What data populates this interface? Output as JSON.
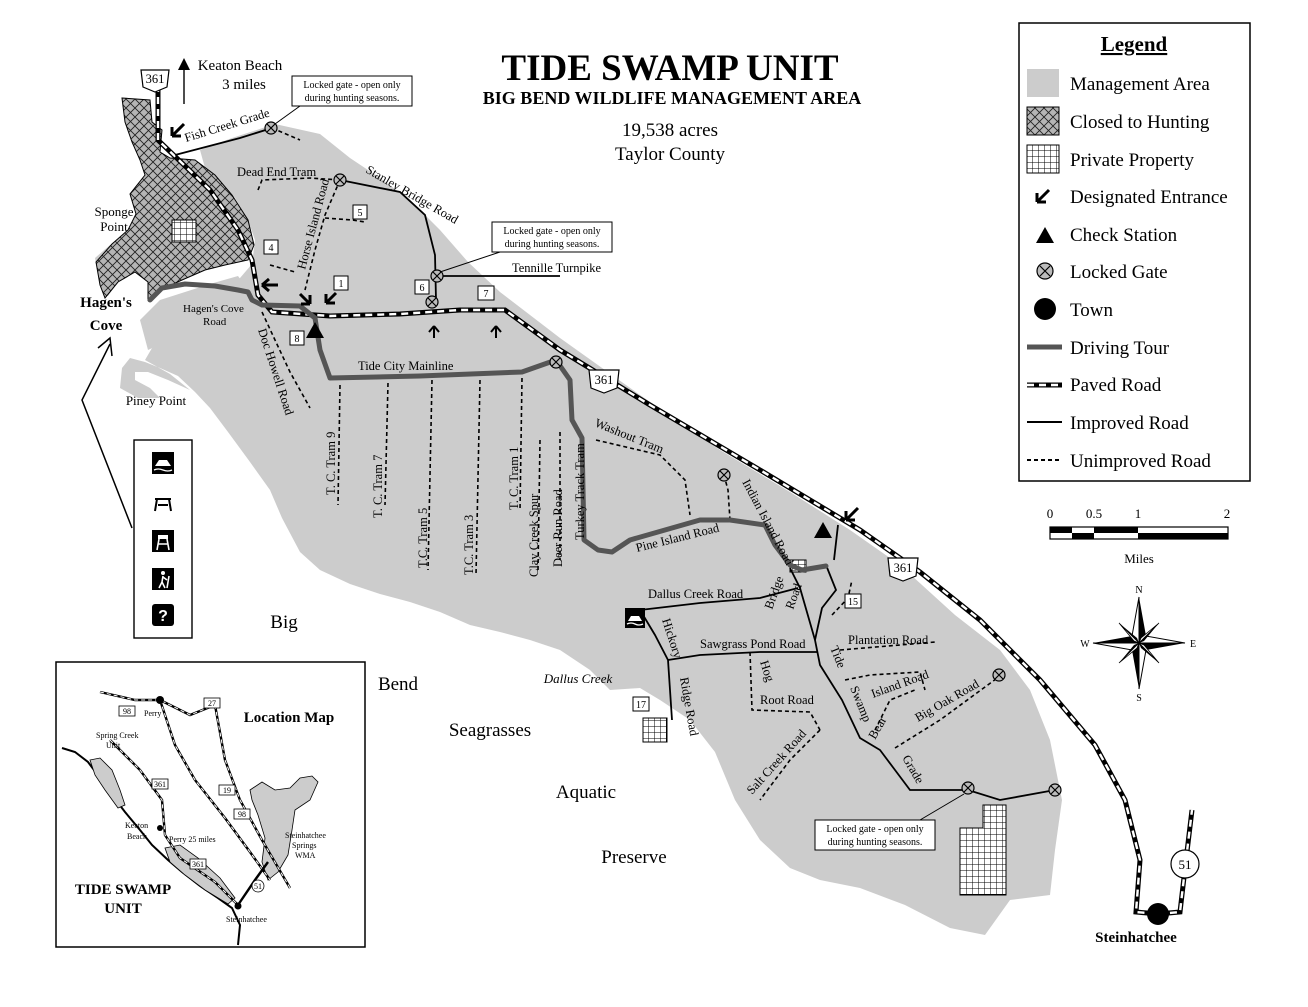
{
  "title": "TIDE SWAMP UNIT",
  "subtitle": "BIG BEND WILDLIFE MANAGEMENT AREA",
  "acres": "19,538 acres",
  "county": "Taylor County",
  "colors": {
    "management_area": "#cccccc",
    "water": "#ffffff",
    "ink": "#000000",
    "tour": "#555555"
  },
  "legend": {
    "title": "Legend",
    "items": [
      {
        "label": "Management Area",
        "icon": "gray-square-icon"
      },
      {
        "label": "Closed to Hunting",
        "icon": "crosshatch-square-icon"
      },
      {
        "label": "Private Property",
        "icon": "grid-square-icon"
      },
      {
        "label": "Designated Entrance",
        "icon": "entrance-arrow-icon"
      },
      {
        "label": "Check Station",
        "icon": "triangle-icon"
      },
      {
        "label": "Locked Gate",
        "icon": "gate-x-circle-icon"
      },
      {
        "label": "Town",
        "icon": "filled-circle-icon"
      },
      {
        "label": "Driving Tour",
        "icon": "thick-gray-line-icon"
      },
      {
        "label": "Paved Road",
        "icon": "paved-road-line-icon"
      },
      {
        "label": "Improved Road",
        "icon": "solid-line-icon"
      },
      {
        "label": "Unimproved Road",
        "icon": "dashed-line-icon"
      }
    ]
  },
  "scale": {
    "ticks": [
      "0",
      "0.5",
      "1",
      "2"
    ],
    "unit": "Miles"
  },
  "compass": {
    "n": "N",
    "s": "S",
    "e": "E",
    "w": "W"
  },
  "places": {
    "keaton_beach": "Keaton Beach",
    "keaton_miles": "3 miles",
    "sponge": "Sponge",
    "point": "Point",
    "hagens": "Hagen's",
    "cove": "Cove",
    "piney_point": "Piney Point",
    "steinhatchee": "Steinhatchee",
    "dallus_creek": "Dallus Creek"
  },
  "water_labels": [
    "Big",
    "Bend",
    "Seagrasses",
    "Aquatic",
    "Preserve"
  ],
  "gate_note": {
    "line1": "Locked gate - open only",
    "line2": "during hunting seasons."
  },
  "shields": {
    "sr361": "361",
    "sr51": "51"
  },
  "roads": {
    "fish_creek": "Fish Creek Grade",
    "dead_end": "Dead End Tram",
    "stanley": "Stanley Bridge Road",
    "horse_island": "Horse Island Road",
    "tennille": "Tennille Turnpike",
    "hagens_cove_road_1": "Hagen's Cove",
    "hagens_cove_road_2": "Road",
    "doc_howell": "Doc Howell Road",
    "tide_city": "Tide City Mainline",
    "tc9": "T. C. Tram 9",
    "tc7": "T. C. Tram 7",
    "tc5": "T.C. Tram 5",
    "tc3": "T.C. Tram 3",
    "tc1": "T. C. Tram 1",
    "clay_creek": "Clay Creek Spur",
    "deer_run": "Deer Run Road",
    "turkey_track": "Turkey Track Tram",
    "washout": "Washout Tram",
    "pine_island": "Pine Island Road",
    "indian_island": "Indian Island Road",
    "bridge": "Bridge",
    "bridge_road": "Road",
    "dallus_creek_road": "Dallus Creek Road",
    "hickory": "Hickory",
    "ridge_road": "Ridge Road",
    "sawgrass": "Sawgrass Pond Road",
    "hog": "Hog",
    "root": "Root Road",
    "plantation": "Plantation Road",
    "tide": "Tide",
    "swamp": "Swamp",
    "grade": "Grade",
    "bear": "Bear",
    "island_road": "Island Road",
    "big_oak": "Big Oak Road",
    "salt_creek": "Salt Creek Road"
  },
  "markers": [
    "1",
    "4",
    "5",
    "6",
    "7",
    "8",
    "15",
    "17"
  ],
  "activity_icons": [
    "boat-ramp-icon",
    "picnic-shelter-icon",
    "observation-tower-icon",
    "hiking-icon",
    "information-icon"
  ],
  "inset": {
    "title": "Location Map",
    "unit_1": "TIDE SWAMP",
    "unit_2": "UNIT",
    "perry": "Perry",
    "spring_creek_1": "Spring Creek",
    "spring_creek_2": "Unit",
    "keaton_1": "Keaton",
    "keaton_2": "Beach",
    "perry_miles": "Perry 25 miles",
    "steinhatchee_springs_1": "Steinhatchee",
    "steinhatchee_springs_2": "Springs",
    "steinhatchee_springs_3": "WMA",
    "steinhatchee": "Steinhatchee",
    "shields": [
      "98",
      "27",
      "361",
      "19",
      "98",
      "361",
      "51"
    ]
  }
}
